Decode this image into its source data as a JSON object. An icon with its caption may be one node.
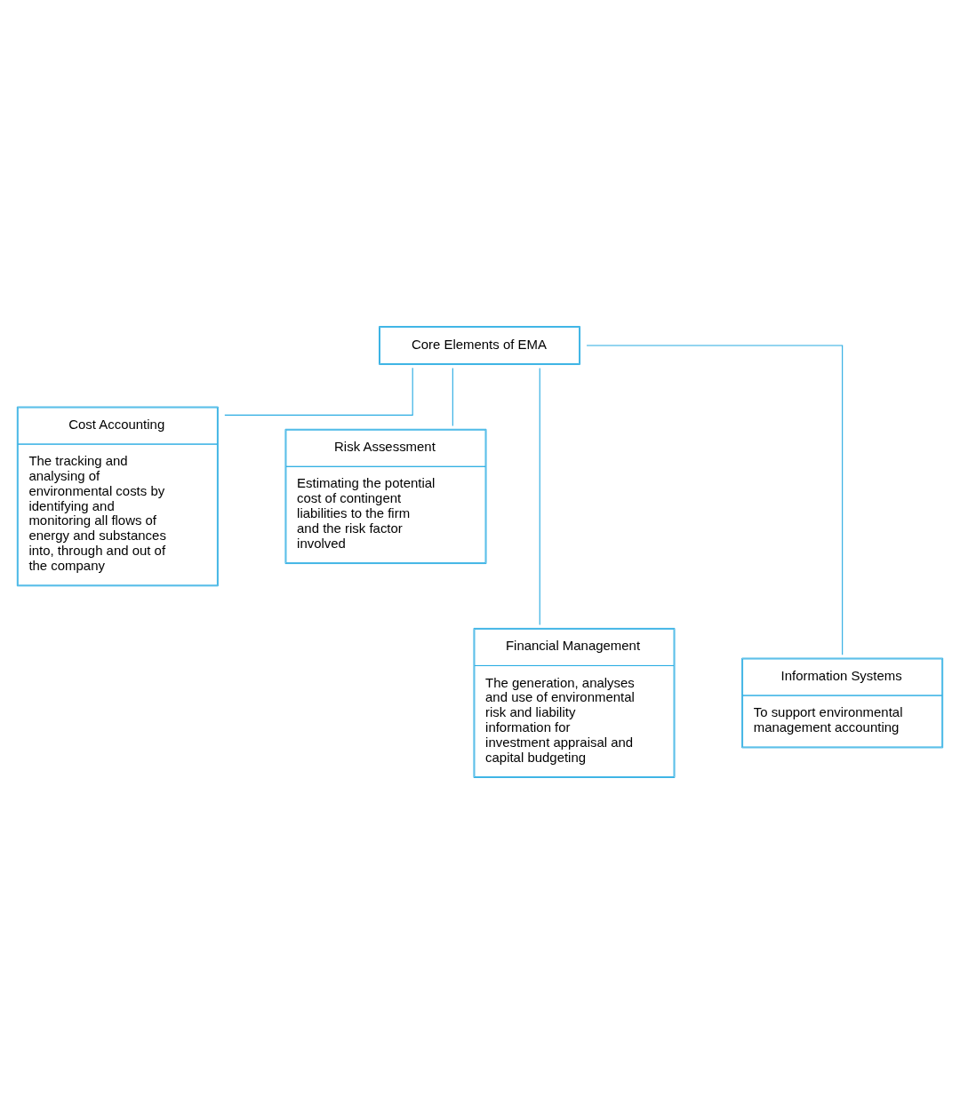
{
  "diagram": {
    "nodes": [
      {
        "text": [
          "Core Elements of EMA"
        ]
      },
      {
        "text": [
          "Cost Accounting",
          "The tracking and analysing of environmental costs by identifying and monitoring all flows of energy and substances into, through and out of the company"
        ]
      },
      {
        "text": [
          "Risk Assessment",
          "Estimating the potential cost of contingent liabilities to the firm and the risk factor involved"
        ]
      },
      {
        "text": [
          "Financial Management",
          "The generation, analyses and use of environmental risk and liability information for investment appraisal and capital budgeting"
        ]
      },
      {
        "text": [
          "Information Systems",
          "To support environmental management accounting"
        ]
      }
    ],
    "edges": [
      {
        "from": 0,
        "to": 1,
        "arrow": "none"
      },
      {
        "from": 0,
        "to": 3,
        "arrow": "none"
      },
      {
        "from": 0,
        "to": 2,
        "arrow": "none"
      },
      {
        "from": 0,
        "to": 4,
        "arrow": "none"
      }
    ]
  }
}
